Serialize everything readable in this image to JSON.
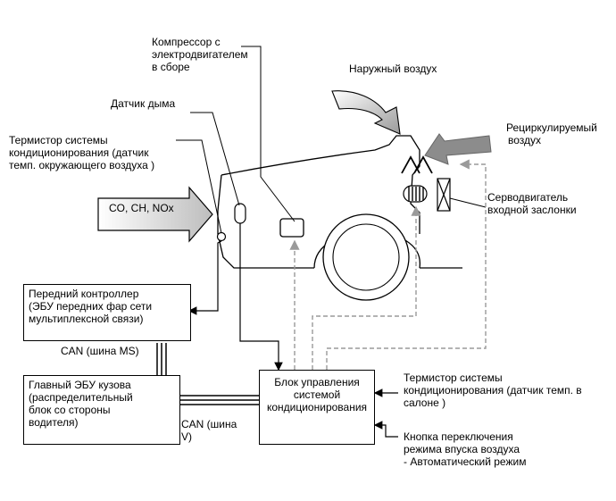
{
  "labels": {
    "compressor": [
      "Компрессор с",
      "электродвигателем",
      "в сборе"
    ],
    "outside_air": "Наружный воздух",
    "smoke_sensor": "Датчик дыма",
    "recirc_air": [
      "Рециркулируемый",
      "воздух"
    ],
    "ambient_thermistor": [
      "Термистор системы",
      "кондиционирования (датчик",
      "темп. окружающего воздуха )"
    ],
    "gases": "CO, CH, NOx",
    "intake_servo": [
      "Серводвигатель",
      "входной заслонки"
    ],
    "cabin_thermistor": [
      "Термистор системы",
      "кондиционирования (датчик темп. в",
      "салоне )"
    ],
    "mode_button": [
      "Кнопка переключения",
      "режима впуска воздуха",
      "- Автоматический режим"
    ],
    "can_ms": "CAN (шина MS)",
    "can_v": [
      "CAN (шина",
      "V)"
    ]
  },
  "boxes": {
    "front_controller": [
      "Передний контроллер",
      "(ЭБУ передних фар сети",
      "мультиплексной связи)"
    ],
    "main_body_ecu": [
      "Главный ЭБУ кузова",
      "(распределительный",
      "блок со стороны",
      "водителя)"
    ],
    "ac_control": [
      "Блок управления",
      "системой",
      "кондиционирования"
    ]
  }
}
